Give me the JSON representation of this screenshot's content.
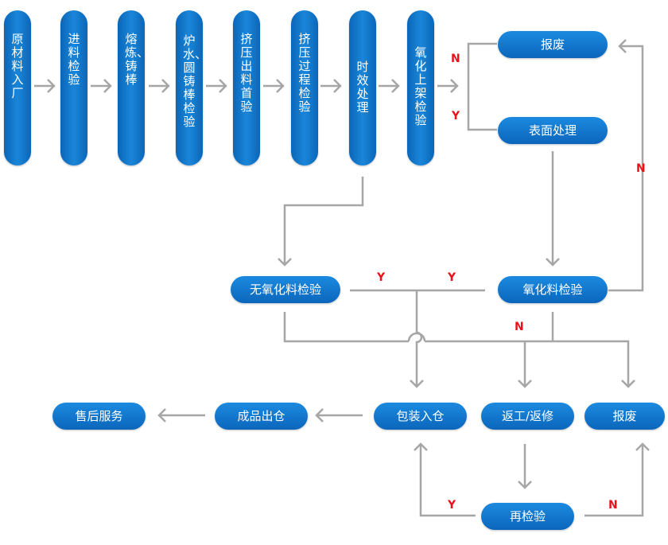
{
  "colors": {
    "node": "#1677c9",
    "connector": "#a6a6a6",
    "branch_label": "#e8121b",
    "node_text": "#ffffff"
  },
  "process": {
    "raw_material": "原材料入厂",
    "incoming_inspection": "进料检验",
    "smelting_casting": "熔炼、铸棒",
    "furnace_water_rod_inspection": "炉水、圆铸棒检验",
    "extrusion_first_inspection": "挤压出料首验",
    "extrusion_process_inspection": "挤压过程检验",
    "aging": "时效处理",
    "oxidation_rack_inspection": "氧化上架检验"
  },
  "nodes": {
    "scrap_top": "报废",
    "surface_treatment": "表面处理",
    "non_oxidized_inspection": "无氧化料检验",
    "oxidized_inspection": "氧化料检验",
    "packaging": "包装入仓",
    "rework": "返工/返修",
    "scrap_bottom": "报废",
    "finished_goods_out": "成品出仓",
    "after_sales": "售后服务",
    "reinspection": "再检验"
  },
  "branch_labels": {
    "oxidation_no": "N",
    "oxidation_yes": "Y",
    "oxidized_no": "N",
    "non_oxidized_yes": "Y",
    "oxidized_yes": "Y",
    "both_no": "N",
    "reinspection_yes": "Y",
    "reinspection_no": "N"
  }
}
